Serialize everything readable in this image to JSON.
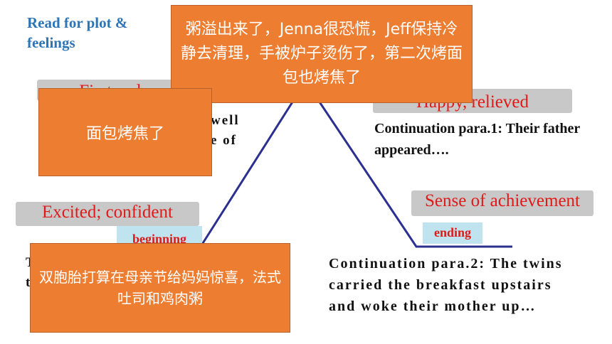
{
  "title": "Read for plot & feelings",
  "labels": {
    "first_label": "First, ecl",
    "happy": "Happy, relieved",
    "excited": "Excited; confident",
    "achievement": "Sense of achievement"
  },
  "stages": {
    "beginning": "beginning",
    "ending": "ending"
  },
  "boxes": {
    "top": "粥溢出来了，Jenna很恐慌，Jeff保持冷静去清理，手被炉子烫伤了，第二次烤面包也烤焦了",
    "left": "面包烤焦了",
    "bottom": "双胞胎打算在母亲节给妈妈惊喜，法式吐司和鸡肉粥"
  },
  "text": {
    "partial_line1": "well",
    "partial_line2": "e of",
    "para1": "Continuation para.1: Their father appeared….",
    "para2": "Continuation para.2: The twins carried the breakfast upstairs and woke their mother up…",
    "left_partial1": "T",
    "left_partial2": "t"
  },
  "colors": {
    "orange": "#ed7d31",
    "grey_label": "#c8c8c8",
    "label_red": "#e01919",
    "tag_blue": "#bfe3ef",
    "line_navy": "#2b2f8f",
    "title_blue": "#2e75b6"
  }
}
